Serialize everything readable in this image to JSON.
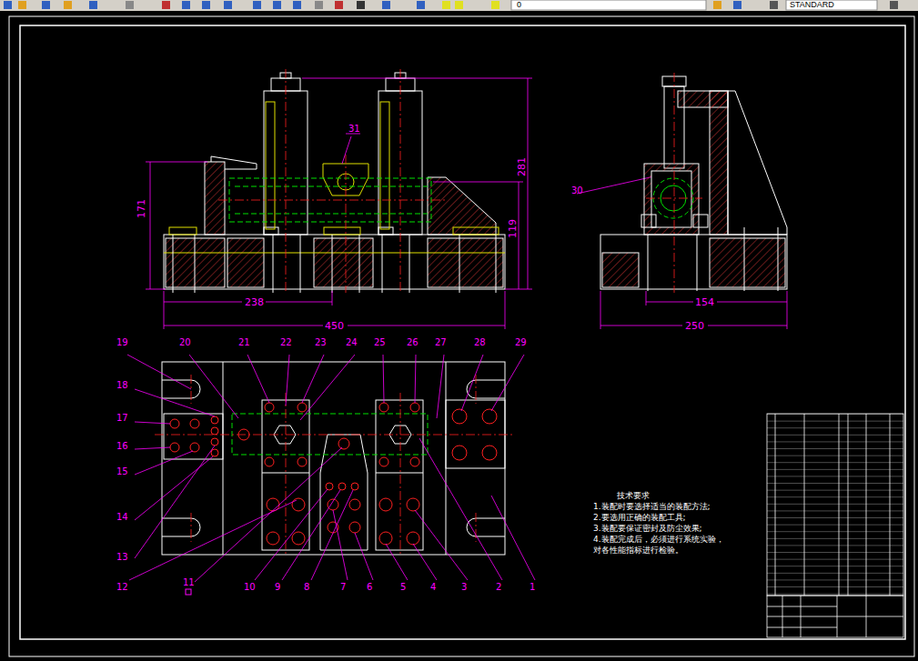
{
  "diagram": {
    "labels": [
      "0",
      "STANDARD",
      "171",
      "281",
      "119",
      "238",
      "450",
      "154",
      "250",
      "31",
      "30",
      "19",
      "20",
      "21",
      "22",
      "23",
      "24",
      "25",
      "26",
      "27",
      "28",
      "29",
      "18",
      "17",
      "16",
      "15",
      "14",
      "13",
      "12",
      "11",
      "10",
      "9",
      "8",
      "7",
      "6",
      "5",
      "4",
      "3",
      "2",
      "1",
      "技术要求",
      "1.装配时要选择适当的装配方法;",
      "2.要选用正确的装配工具;",
      "3.装配要保证密封及防尘效果;",
      "4.装配完成后，必须进行系统实验，",
      "对各性能指标进行检验。"
    ]
  }
}
